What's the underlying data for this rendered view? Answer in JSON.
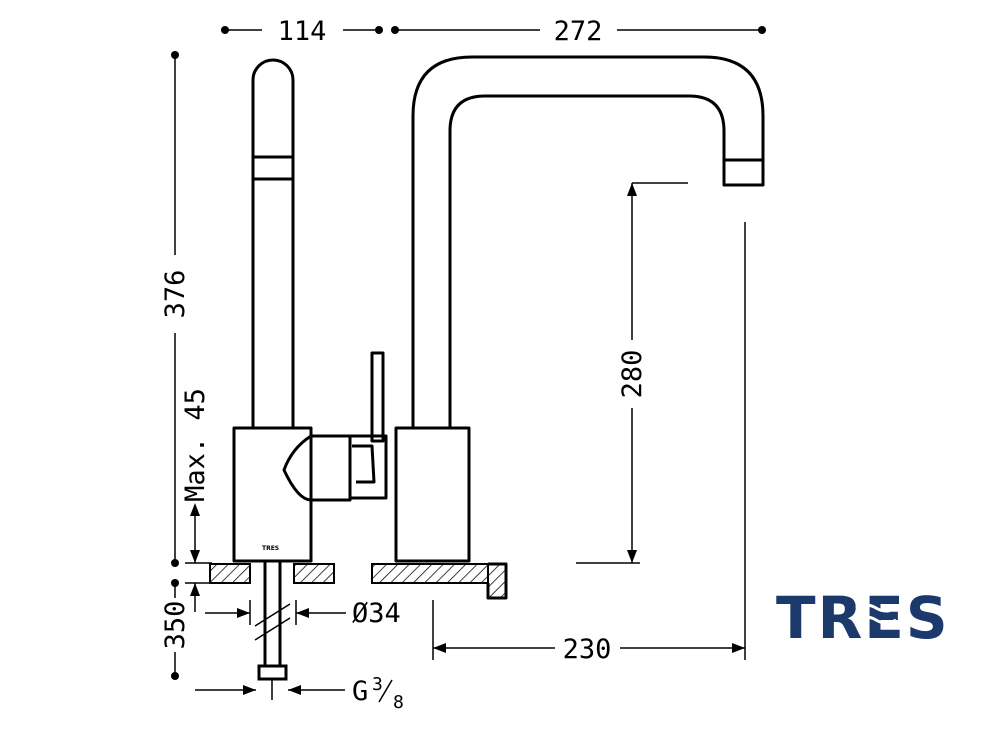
{
  "dimensions": {
    "width_left": "114",
    "width_right": "272",
    "height_total": "376",
    "max_thickness": "Max. 45",
    "spout_height": "280",
    "hose_length": "350",
    "hole_diameter": "Ø34",
    "thread": "G",
    "thread_num": "3",
    "thread_den": "8",
    "reach": "230"
  },
  "product_mark": "TRES",
  "brand": {
    "name": "TRES",
    "color": "#1b3a6b"
  }
}
